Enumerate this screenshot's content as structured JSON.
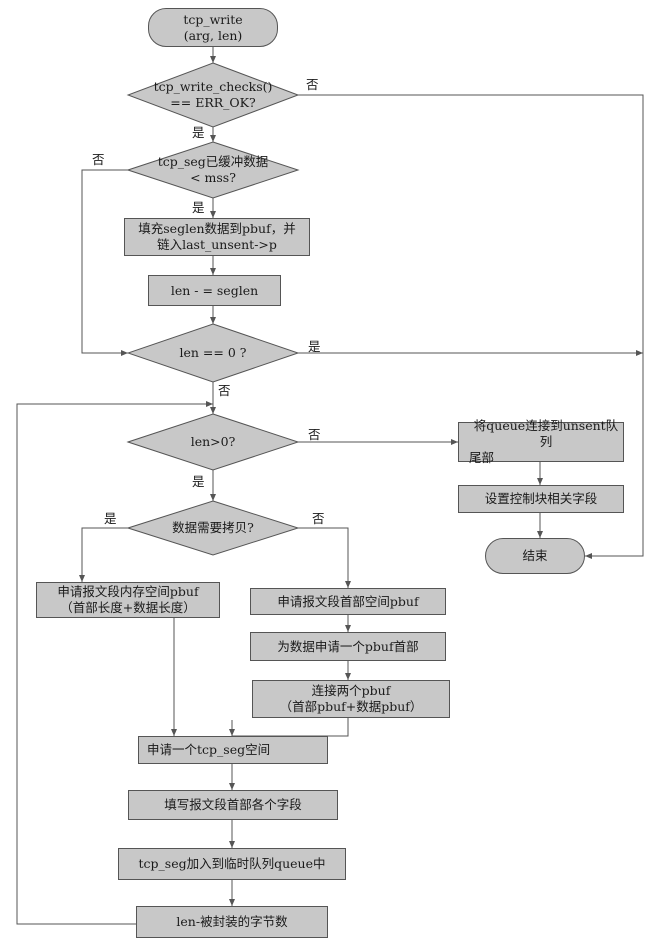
{
  "nodes": {
    "start": [
      "tcp_write",
      "(arg, len)"
    ],
    "check_ok": [
      "tcp_write_checks()",
      "== ERR_OK?"
    ],
    "seg_buffered": [
      "tcp_seg已缓冲数据",
      "< mss?"
    ],
    "fill_seglen": [
      "填充seglen数据到pbuf，并",
      "链入last_unsent->p"
    ],
    "len_minus_seglen": [
      "len - = seglen"
    ],
    "len_zero": [
      "len == 0 ?"
    ],
    "len_gt0": [
      "len>0?"
    ],
    "link_queue": [
      "将queue连接到unsent队列",
      "尾部"
    ],
    "set_fields": [
      "设置控制块相关字段"
    ],
    "end": [
      "结束"
    ],
    "need_copy": [
      "数据需要拷贝?"
    ],
    "alloc_full": [
      "申请报文段内存空间pbuf",
      "（首部长度+数据长度）"
    ],
    "alloc_header": [
      "申请报文段首部空间pbuf"
    ],
    "alloc_data_header": [
      "为数据申请一个pbuf首部"
    ],
    "concat_pbuf": [
      "连接两个pbuf",
      "（首部pbuf+数据pbuf）"
    ],
    "alloc_seg": [
      "申请一个tcp_seg空间"
    ],
    "fill_header": [
      "填写报文段首部各个字段"
    ],
    "add_queue": [
      "tcp_seg加入到临时队列queue中"
    ],
    "len_minus_bytes": [
      "len-被封装的字节数"
    ]
  },
  "labels": {
    "yes": "是",
    "no": "否"
  },
  "colors": {
    "box_fill": "#c8c8c8",
    "line": "#555555"
  }
}
